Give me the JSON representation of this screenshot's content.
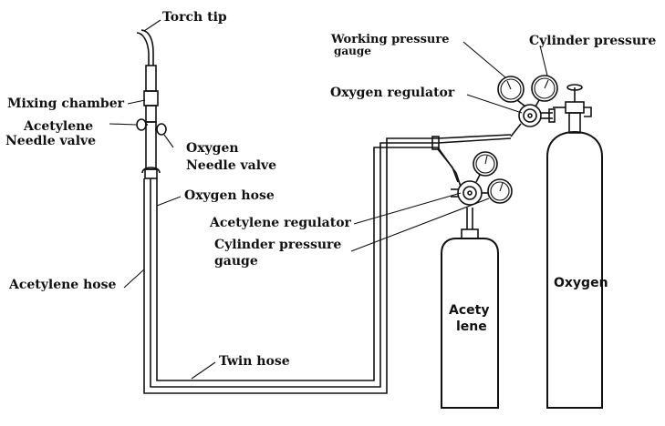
{
  "labels": {
    "torch_tip": "Torch tip",
    "mixing_chamber": "Mixing chamber",
    "acetylene_needle_valve_1": "Acetylene",
    "acetylene_needle_valve_2": "Needle valve",
    "oxygen_needle_valve_1": "Oxygen",
    "oxygen_needle_valve_2": "Needle valve",
    "oxygen_hose": "Oxygen hose",
    "acetylene_hose": "Acetylene hose",
    "twin_hose": "Twin hose",
    "working_pressure_gauge_1": "Working pressure",
    "working_pressure_gauge_2": "gauge",
    "cylinder_pressure_top": "Cylinder pressure",
    "oxygen_regulator": "Oxygen regulator",
    "acetylene_regulator": "Acetylene regulator",
    "cylinder_pressure_gauge_1": "Cylinder pressure",
    "cylinder_pressure_gauge_2": "gauge",
    "acetylene_cylinder_1": "Acety",
    "acetylene_cylinder_2": "lene",
    "oxygen_cylinder": "Oxygen"
  }
}
